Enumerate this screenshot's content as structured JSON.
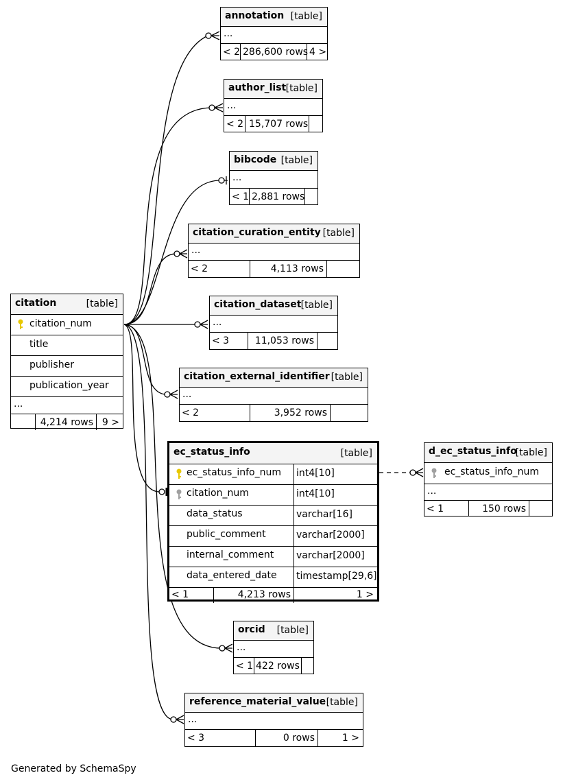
{
  "ellipsis": "...",
  "table_kind": "[table]",
  "caption": "Generated by SchemaSpy",
  "key_colors": {
    "primary": "#e8c800",
    "foreign": "#a0a0a0"
  },
  "tables": {
    "annotation": {
      "name": "annotation",
      "parents": "< 2",
      "rows": "286,600 rows",
      "children": "4 >"
    },
    "author_list": {
      "name": "author_list",
      "parents": "< 2",
      "rows": "15,707 rows",
      "children": ""
    },
    "bibcode": {
      "name": "bibcode",
      "parents": "< 1",
      "rows": "2,881 rows",
      "children": ""
    },
    "citation_curation_entity": {
      "name": "citation_curation_entity",
      "parents": "< 2",
      "rows": "4,113 rows",
      "children": ""
    },
    "citation_dataset": {
      "name": "citation_dataset",
      "parents": "< 3",
      "rows": "11,053 rows",
      "children": ""
    },
    "citation_external_identifier": {
      "name": "citation_external_identifier",
      "parents": "< 2",
      "rows": "3,952 rows",
      "children": ""
    },
    "orcid": {
      "name": "orcid",
      "parents": "< 1",
      "rows": "422 rows",
      "children": ""
    },
    "reference_material_value": {
      "name": "reference_material_value",
      "parents": "< 3",
      "rows": "0 rows",
      "children": "1 >"
    },
    "citation": {
      "name": "citation",
      "columns": [
        "citation_num",
        "title",
        "publisher",
        "publication_year"
      ],
      "parents": "",
      "rows": "4,214 rows",
      "children": "9 >"
    },
    "ec_status_info": {
      "name": "ec_status_info",
      "columns": [
        {
          "name": "ec_status_info_num",
          "type": "int4[10]"
        },
        {
          "name": "citation_num",
          "type": "int4[10]"
        },
        {
          "name": "data_status",
          "type": "varchar[16]"
        },
        {
          "name": "public_comment",
          "type": "varchar[2000]"
        },
        {
          "name": "internal_comment",
          "type": "varchar[2000]"
        },
        {
          "name": "data_entered_date",
          "type": "timestamp[29,6]"
        }
      ],
      "parents": "< 1",
      "rows": "4,213 rows",
      "children": "1 >"
    },
    "d_ec_status_info": {
      "name": "d_ec_status_info",
      "columns": [
        "ec_status_info_num"
      ],
      "parents": "< 1",
      "rows": "150 rows",
      "children": ""
    }
  }
}
